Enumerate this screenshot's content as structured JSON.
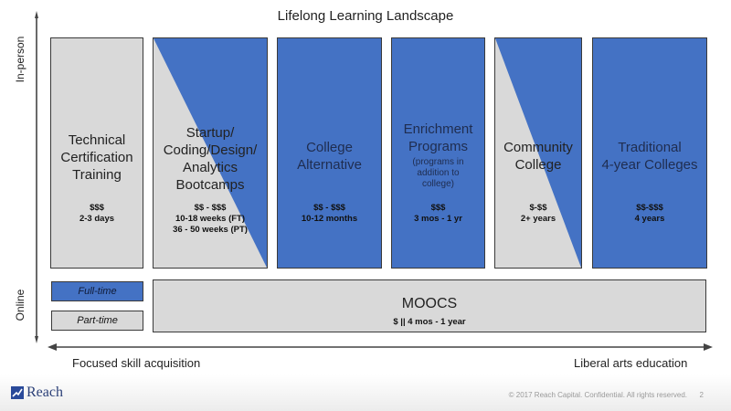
{
  "title": "Lifelong Learning Landscape",
  "axes": {
    "top_label": "In-person",
    "bottom_label": "Online",
    "left_label": "Focused skill acquisition",
    "right_label": "Liberal arts education"
  },
  "programs": [
    {
      "name": "Technical\nCertification\nTraining",
      "note": "",
      "cost": "$$$\n2-3 days",
      "fill": "gray"
    },
    {
      "name": "Startup/\nCoding/Design/\nAnalytics\nBootcamps",
      "note": "",
      "cost": "$$ - $$$\n10-18 weeks (FT)\n36 - 50 weeks (PT)",
      "fill": "split"
    },
    {
      "name": "College\nAlternative",
      "note": "",
      "cost": "$$ - $$$\n10-12 months",
      "fill": "blue"
    },
    {
      "name": "Enrichment\nPrograms",
      "note": "(programs in\naddition to\ncollege)",
      "cost": "$$$\n3 mos - 1 yr",
      "fill": "blue"
    },
    {
      "name": "Community\nCollege",
      "note": "",
      "cost": "$-$$\n2+ years",
      "fill": "split"
    },
    {
      "name": "Traditional\n4-year Colleges",
      "note": "",
      "cost": "$$-$$$\n4 years",
      "fill": "blue"
    }
  ],
  "legend": {
    "full_time": "Full-time",
    "part_time": "Part-time"
  },
  "mooc": {
    "name": "MOOCS",
    "cost": "$ || 4 mos - 1 year"
  },
  "colors": {
    "blue": "#4472c4",
    "gray": "#d9d9d9",
    "border": "#3a3a3a"
  },
  "footer": {
    "logo": "Reach",
    "copyright": "© 2017 Reach Capital. Confidential. All rights reserved.",
    "page": "2"
  }
}
